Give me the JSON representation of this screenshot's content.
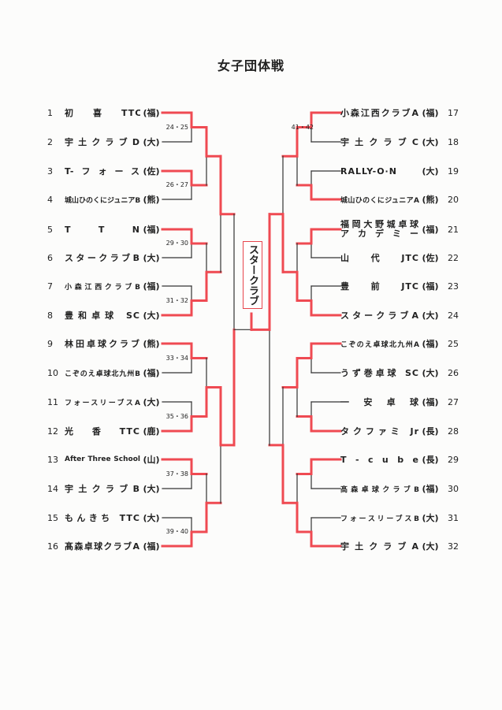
{
  "title": "女子団体戦",
  "champion": "スタークラブ",
  "colors": {
    "winner_line": "#ef4a52",
    "line": "#333333"
  },
  "left_entries": [
    {
      "no": "1",
      "name": "初　　喜　　TTC",
      "pref": "(福)"
    },
    {
      "no": "2",
      "name": "宇土クラブD",
      "pref": "(大)"
    },
    {
      "no": "3",
      "name": "T-フォース",
      "pref": "(佐)"
    },
    {
      "no": "4",
      "name": "城山ひのくにジュニアB",
      "pref": "(熊)",
      "small": true
    },
    {
      "no": "5",
      "name": "T　T　N",
      "pref": "(福)"
    },
    {
      "no": "6",
      "name": "スタークラブB",
      "pref": "(大)"
    },
    {
      "no": "7",
      "name": "小森江西クラブB",
      "pref": "(福)",
      "small": true
    },
    {
      "no": "8",
      "name": "豊和卓球 SC",
      "pref": "(大)"
    },
    {
      "no": "9",
      "name": "林田卓球クラブ",
      "pref": "(熊)"
    },
    {
      "no": "10",
      "name": "こぞのえ卓球北九州B",
      "pref": "(福)",
      "small": true
    },
    {
      "no": "11",
      "name": "フォースリーブスA",
      "pref": "(大)",
      "small": true
    },
    {
      "no": "12",
      "name": "光香TTC",
      "pref": "(鹿)"
    },
    {
      "no": "13",
      "name": "After Three School",
      "pref": "(山)",
      "small": true
    },
    {
      "no": "14",
      "name": "宇土クラブB",
      "pref": "(大)"
    },
    {
      "no": "15",
      "name": "もんきち TTC",
      "pref": "(大)"
    },
    {
      "no": "16",
      "name": "髙森卓球クラブA",
      "pref": "(福)"
    }
  ],
  "right_entries": [
    {
      "no": "17",
      "name": "小森江西クラブA",
      "pref": "(福)"
    },
    {
      "no": "18",
      "name": "宇土クラブC",
      "pref": "(大)"
    },
    {
      "no": "19",
      "name": "RALLY-O·N",
      "pref": "(大)"
    },
    {
      "no": "20",
      "name": "城山ひのくにジュニアA",
      "pref": "(熊)",
      "small": true
    },
    {
      "no": "21",
      "name": "福岡大野城卓球 アカデミー",
      "pref": "(福)",
      "two": true
    },
    {
      "no": "22",
      "name": "山　　代　　JTC",
      "pref": "(佐)"
    },
    {
      "no": "23",
      "name": "豊　　前　　JTC",
      "pref": "(福)"
    },
    {
      "no": "24",
      "name": "スタークラブA",
      "pref": "(大)"
    },
    {
      "no": "25",
      "name": "こぞのえ卓球北九州A",
      "pref": "(福)",
      "small": true
    },
    {
      "no": "26",
      "name": "うず巻卓球 SC",
      "pref": "(大)"
    },
    {
      "no": "27",
      "name": "一　安　卓　球",
      "pref": "(福)"
    },
    {
      "no": "28",
      "name": "タクファミ Jr",
      "pref": "(長)"
    },
    {
      "no": "29",
      "name": "T - c u b e",
      "pref": "(長)"
    },
    {
      "no": "30",
      "name": "髙森卓球クラブB",
      "pref": "(福)",
      "small": true
    },
    {
      "no": "31",
      "name": "フォースリーブスB",
      "pref": "(大)",
      "small": true
    },
    {
      "no": "32",
      "name": "宇土クラブA",
      "pref": "(大)"
    }
  ],
  "left_match_labels": [
    "24・25",
    "26・27",
    "29・30",
    "31・32",
    "33・34",
    "35・36",
    "37・38",
    "39・40"
  ],
  "right_match_labels": [
    "41・42"
  ],
  "results": {
    "left": [
      [
        1,
        3,
        5,
        8,
        9,
        12,
        13,
        16
      ],
      [
        1,
        8,
        12,
        16
      ],
      [
        1,
        12
      ],
      [
        12
      ]
    ],
    "right": [
      [
        17,
        20,
        21,
        24,
        25,
        28,
        29,
        32
      ],
      [
        17,
        24,
        25,
        32
      ],
      [
        24,
        32
      ],
      [
        24
      ]
    ],
    "final_winner": 24
  }
}
